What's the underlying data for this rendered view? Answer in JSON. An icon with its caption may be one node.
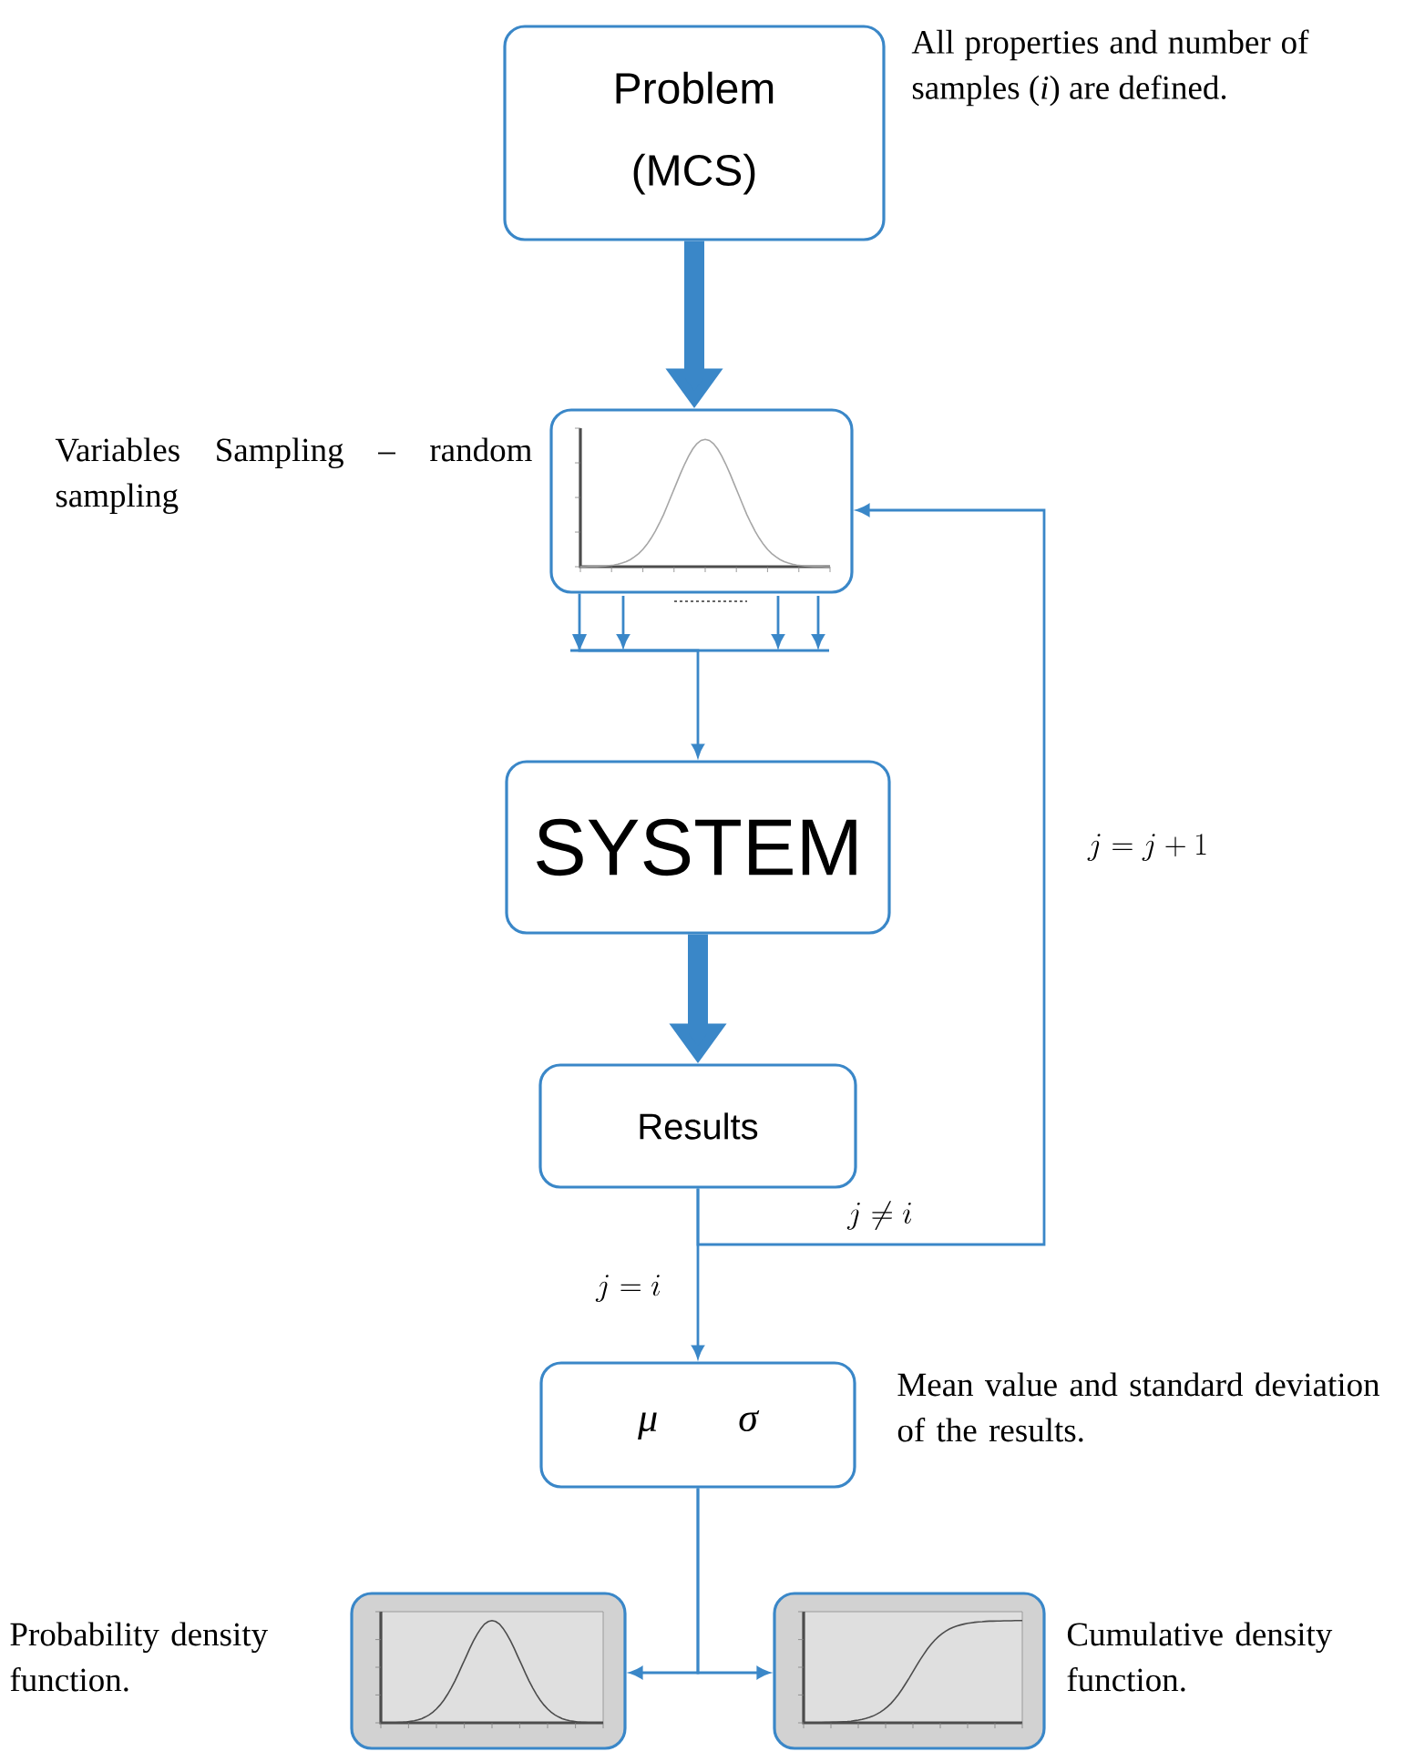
{
  "diagram": {
    "nodes": [
      {
        "text": [
          "Problem (MCS)"
        ],
        "beside": [
          "All properties and number of samples (*i*) are defined."
        ]
      },
      {
        "text": [],
        "shape": "picture",
        "beside": [
          "Variables Sampling – random sampling"
        ]
      },
      {
        "text": [
          "SYSTEM"
        ]
      },
      {
        "text": [
          "Results"
        ]
      },
      {
        "text": [
          "μ",
          "σ"
        ],
        "beside": [
          "Mean value and standard deviation of the results."
        ]
      },
      {
        "text": [],
        "shape": "picture",
        "beside": [
          "Probability density function."
        ]
      },
      {
        "text": [],
        "shape": "picture",
        "beside": [
          "Cumulative density function."
        ]
      }
    ],
    "edges": [
      {
        "from": 0,
        "to": 1,
        "arrow": "to",
        "style": "thick"
      },
      {
        "from": 1,
        "to": 2,
        "arrow": "to"
      },
      {
        "from": 2,
        "to": 3,
        "arrow": "to",
        "style": "thick"
      },
      {
        "from": 3,
        "to": 4,
        "arrow": "to",
        "label": "j = i"
      },
      {
        "from": 3,
        "to": 1,
        "arrow": "to",
        "label": "j \\neq i"
      },
      {
        "from": 4,
        "to": 5,
        "arrow": "to"
      },
      {
        "from": 4,
        "to": 6,
        "arrow": "to"
      }
    ],
    "labels": [
      "j = j + 1"
    ]
  }
}
